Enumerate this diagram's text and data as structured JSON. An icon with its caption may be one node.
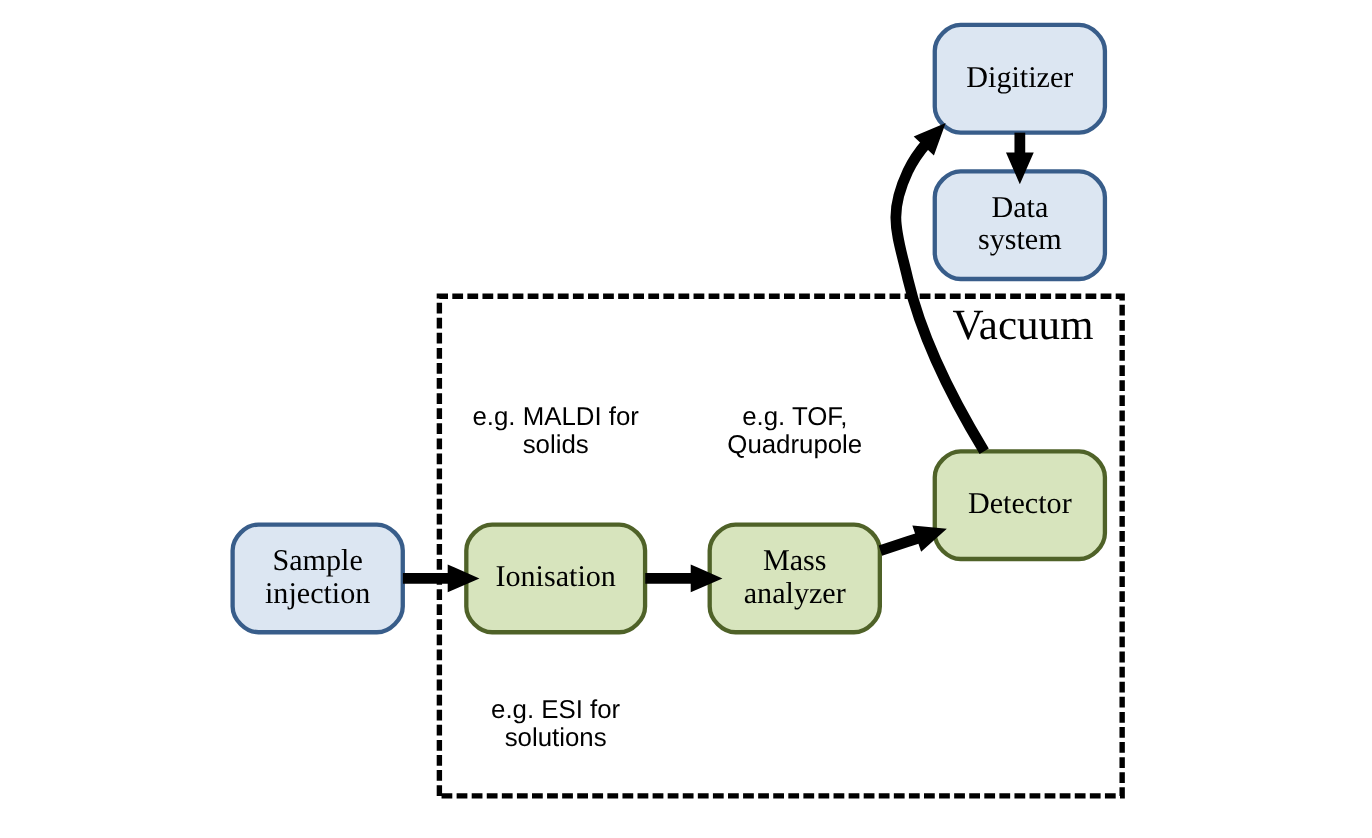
{
  "diagram": {
    "nodes": [
      {
        "text": [
          "Vacuum"
        ]
      },
      {
        "text": [
          "Sample injection"
        ]
      },
      {
        "text": [
          "Ionisation"
        ],
        "in": 0,
        "beside": [
          "e.g. ESI for solutions",
          "e.g. MALDI for solids"
        ]
      },
      {
        "text": [
          "Mass analyzer"
        ],
        "in": 0,
        "beside": [
          "e.g. TOF, Quadrupole"
        ]
      },
      {
        "text": [
          "Detector"
        ],
        "in": 0
      },
      {
        "text": [
          "Digitizer"
        ]
      },
      {
        "text": [
          "Data system"
        ]
      }
    ],
    "edges": [
      {
        "from": 1,
        "to": 2,
        "arrow": "to"
      },
      {
        "from": 2,
        "to": 3,
        "arrow": "to"
      },
      {
        "from": 3,
        "to": 4,
        "arrow": "to"
      },
      {
        "from": 4,
        "to": 5,
        "arrow": "to"
      },
      {
        "from": 5,
        "to": 6,
        "arrow": "to"
      }
    ]
  }
}
